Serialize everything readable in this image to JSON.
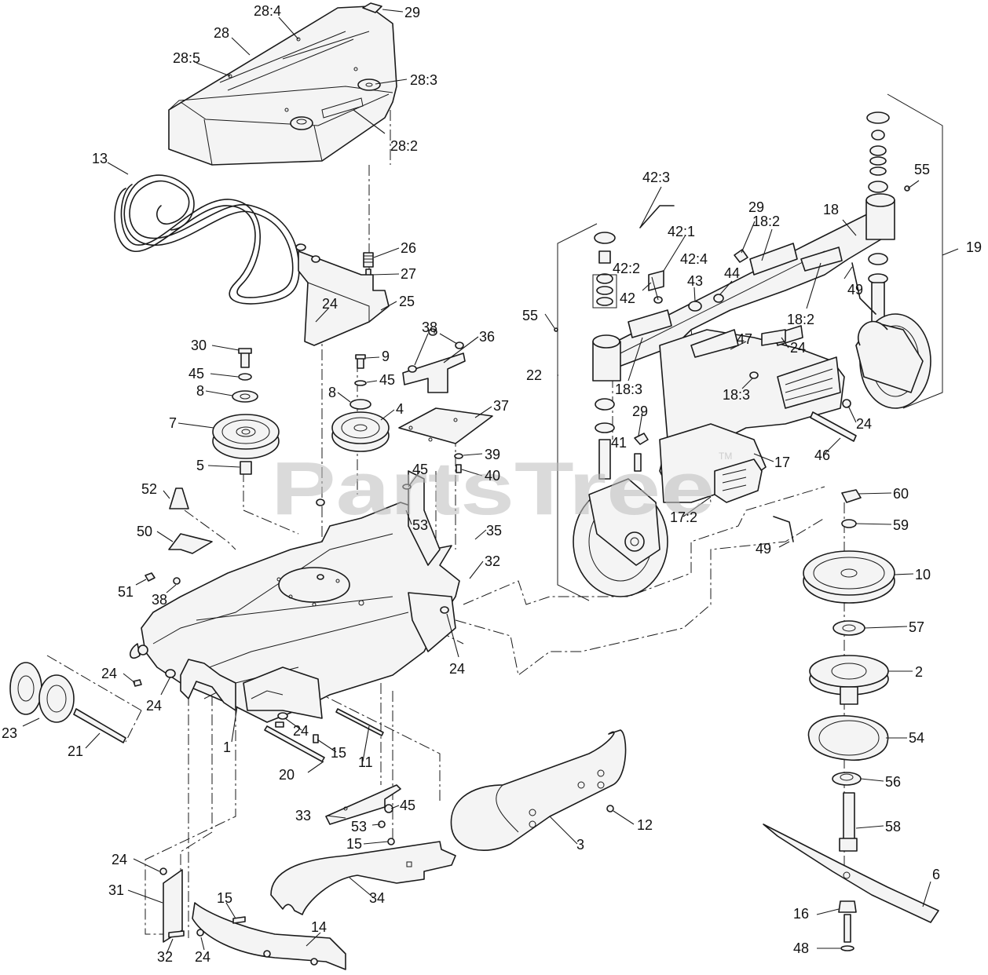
{
  "watermark": {
    "text": "PartsTree",
    "trademark": "TM"
  },
  "callouts": [
    {
      "label": "28:4"
    },
    {
      "label": "29"
    },
    {
      "label": "28"
    },
    {
      "label": "28:5"
    },
    {
      "label": "28:3"
    },
    {
      "label": "28:2"
    },
    {
      "label": "13"
    },
    {
      "label": "26"
    },
    {
      "label": "27"
    },
    {
      "label": "24"
    },
    {
      "label": "25"
    },
    {
      "label": "30"
    },
    {
      "label": "45"
    },
    {
      "label": "8"
    },
    {
      "label": "7"
    },
    {
      "label": "5"
    },
    {
      "label": "9"
    },
    {
      "label": "45"
    },
    {
      "label": "8"
    },
    {
      "label": "4"
    },
    {
      "label": "38"
    },
    {
      "label": "36"
    },
    {
      "label": "37"
    },
    {
      "label": "39"
    },
    {
      "label": "40"
    },
    {
      "label": "45"
    },
    {
      "label": "53"
    },
    {
      "label": "35"
    },
    {
      "label": "32"
    },
    {
      "label": "52"
    },
    {
      "label": "50"
    },
    {
      "label": "51"
    },
    {
      "label": "38"
    },
    {
      "label": "24"
    },
    {
      "label": "24"
    },
    {
      "label": "24"
    },
    {
      "label": "23"
    },
    {
      "label": "21"
    },
    {
      "label": "1"
    },
    {
      "label": "24"
    },
    {
      "label": "15"
    },
    {
      "label": "11"
    },
    {
      "label": "20"
    },
    {
      "label": "33"
    },
    {
      "label": "45"
    },
    {
      "label": "53"
    },
    {
      "label": "15"
    },
    {
      "label": "12"
    },
    {
      "label": "3"
    },
    {
      "label": "34"
    },
    {
      "label": "24"
    },
    {
      "label": "31"
    },
    {
      "label": "15"
    },
    {
      "label": "32"
    },
    {
      "label": "24"
    },
    {
      "label": "14"
    },
    {
      "label": "42:3"
    },
    {
      "label": "42:1"
    },
    {
      "label": "42:2"
    },
    {
      "label": "42:4"
    },
    {
      "label": "42"
    },
    {
      "label": "43"
    },
    {
      "label": "44"
    },
    {
      "label": "29"
    },
    {
      "label": "18:2"
    },
    {
      "label": "18"
    },
    {
      "label": "55"
    },
    {
      "label": "19"
    },
    {
      "label": "49"
    },
    {
      "label": "18:2"
    },
    {
      "label": "55"
    },
    {
      "label": "22"
    },
    {
      "label": "18:3"
    },
    {
      "label": "47"
    },
    {
      "label": "24"
    },
    {
      "label": "18:3"
    },
    {
      "label": "29"
    },
    {
      "label": "24"
    },
    {
      "label": "41"
    },
    {
      "label": "46"
    },
    {
      "label": "17"
    },
    {
      "label": "17:2"
    },
    {
      "label": "49"
    },
    {
      "label": "60"
    },
    {
      "label": "59"
    },
    {
      "label": "10"
    },
    {
      "label": "57"
    },
    {
      "label": "2"
    },
    {
      "label": "54"
    },
    {
      "label": "56"
    },
    {
      "label": "58"
    },
    {
      "label": "6"
    },
    {
      "label": "16"
    },
    {
      "label": "48"
    }
  ]
}
